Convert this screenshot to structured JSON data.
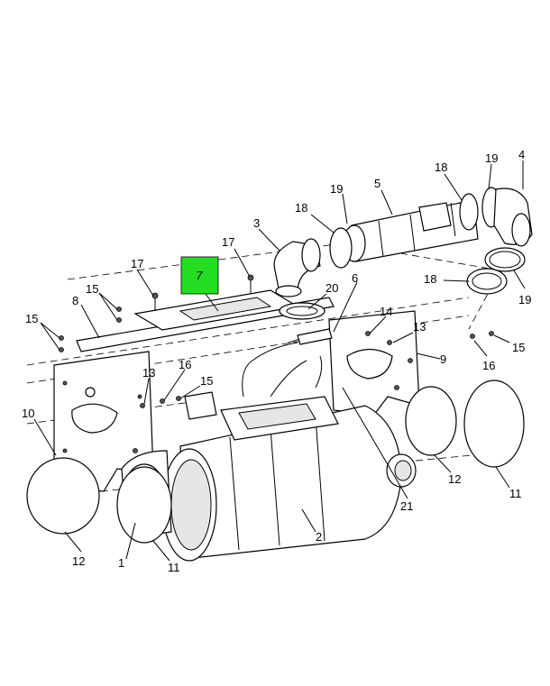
{
  "highlight": {
    "label": "7",
    "color": "#22dd22"
  },
  "callouts": {
    "c1": "1",
    "c2": "2",
    "c3": "3",
    "c4": "4",
    "c5": "5",
    "c6": "6",
    "c8": "8",
    "c9": "9",
    "c10": "10",
    "c11a": "11",
    "c11b": "11",
    "c12a": "12",
    "c12b": "12",
    "c13a": "13",
    "c13b": "13",
    "c14": "14",
    "c15a": "15",
    "c15b": "15",
    "c15c": "15",
    "c15d": "15",
    "c16a": "16",
    "c16b": "16",
    "c17a": "17",
    "c17b": "17",
    "c18a": "18",
    "c18b": "18",
    "c18c": "18",
    "c19a": "19",
    "c19b": "19",
    "c19c": "19",
    "c20": "20",
    "c21": "21"
  }
}
